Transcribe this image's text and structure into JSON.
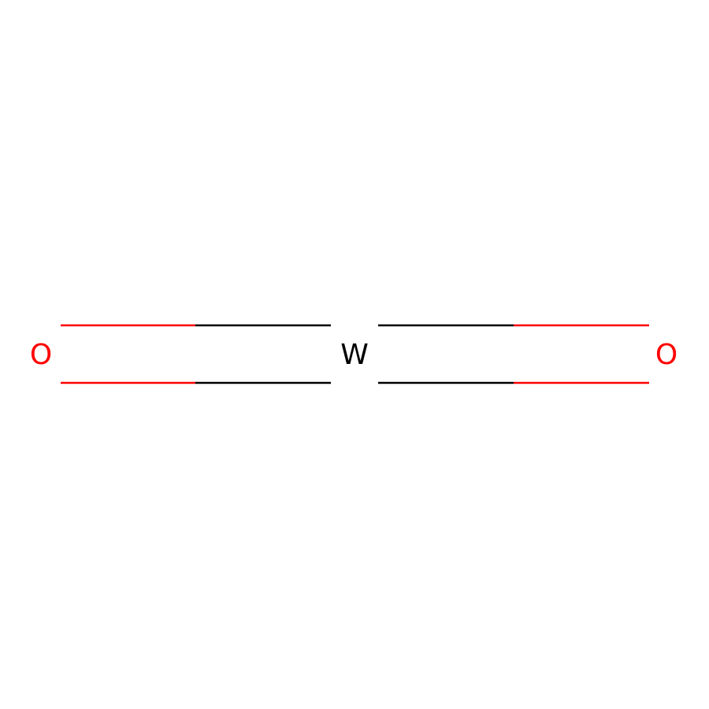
{
  "molecule": {
    "atoms": [
      {
        "id": "o1",
        "symbol": "O",
        "element": "oxygen"
      },
      {
        "id": "w",
        "symbol": "W",
        "element": "tungsten"
      },
      {
        "id": "o2",
        "symbol": "O",
        "element": "oxygen"
      }
    ],
    "bonds": [
      {
        "from": "o1",
        "to": "w",
        "order": 2
      },
      {
        "from": "w",
        "to": "o2",
        "order": 2
      }
    ]
  },
  "colors": {
    "oxygen": "#ff0000",
    "tungsten": "#000000",
    "background": "#ffffff"
  }
}
